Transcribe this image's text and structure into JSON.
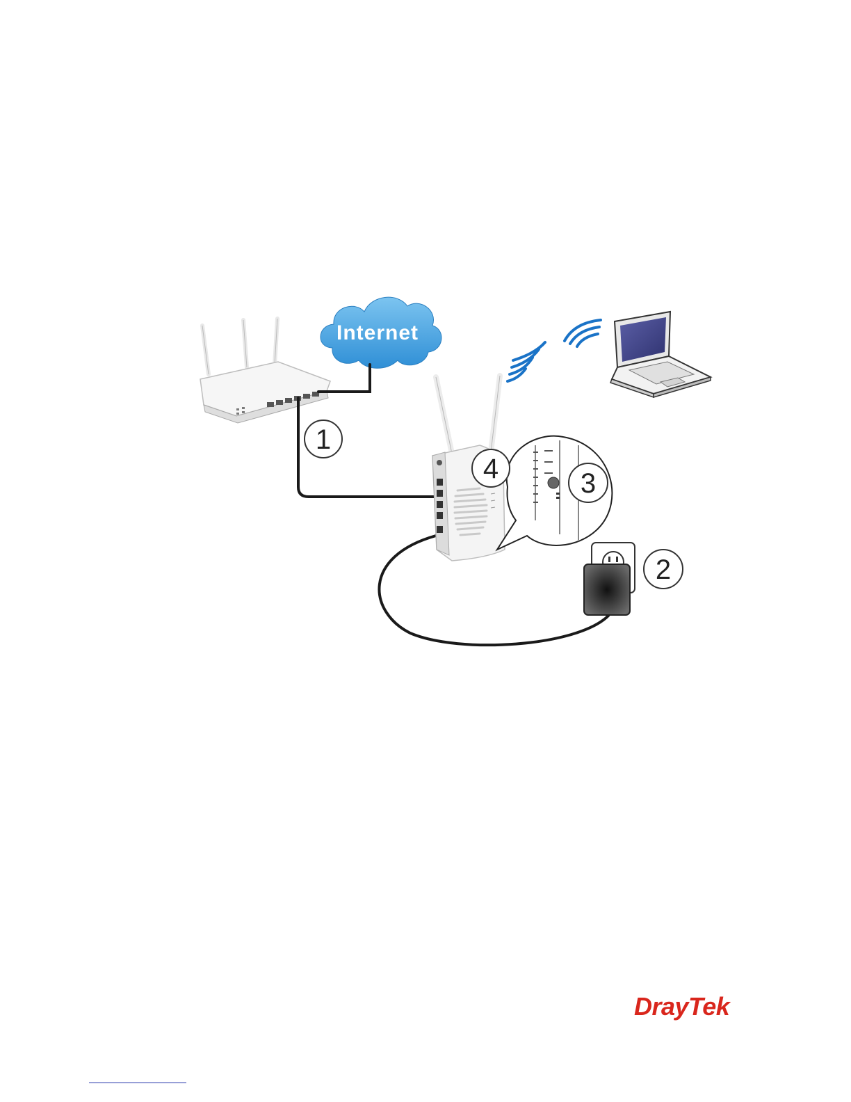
{
  "diagram": {
    "cloud_label": "Internet",
    "steps": [
      "1",
      "2",
      "3",
      "4"
    ],
    "devices": [
      "router",
      "access-point",
      "laptop",
      "power-adapter",
      "wall-socket"
    ]
  },
  "brand": {
    "logo_text": "DrayTek",
    "color": "#d9261c"
  },
  "colors": {
    "cloud": "#4aa3df",
    "wifi_waves": "#1a73c7",
    "cable": "#1a1a1a",
    "laptop_screen": "#4a4e8e"
  }
}
